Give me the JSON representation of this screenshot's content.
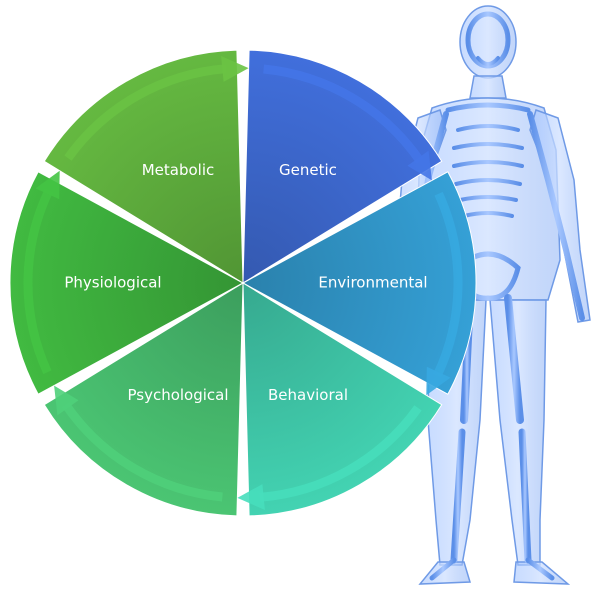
{
  "diagram": {
    "segments": [
      {
        "label": "Genetic",
        "color": "#3a63c4"
      },
      {
        "label": "Environmental",
        "color": "#2f8fbf"
      },
      {
        "label": "Behavioral",
        "color": "#3cbc9f"
      },
      {
        "label": "Psychological",
        "color": "#43b067"
      },
      {
        "label": "Physiological",
        "color": "#3aa63a"
      },
      {
        "label": "Metabolic",
        "color": "#5aa53a"
      }
    ],
    "figure": {
      "icon": "human-skeleton-figure",
      "color": "#7fa8f5"
    }
  }
}
